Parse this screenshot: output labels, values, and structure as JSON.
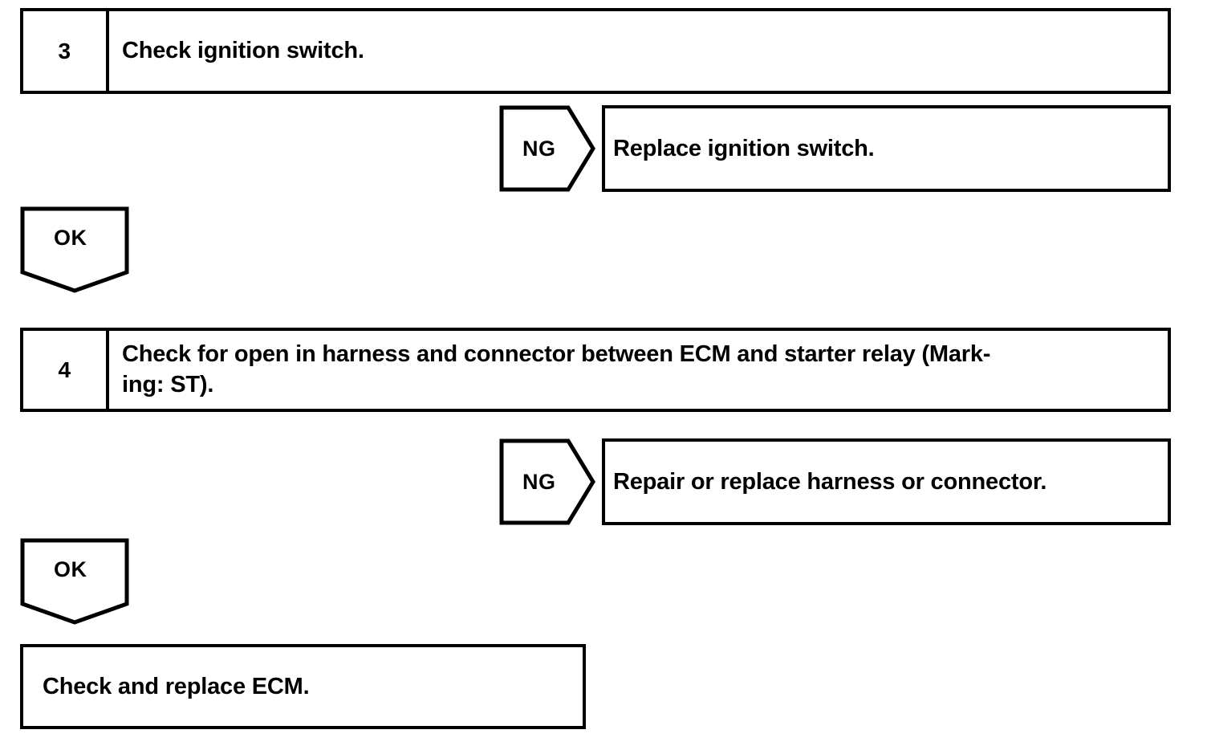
{
  "document": {
    "type": "automotive-diagnostic-flowchart",
    "background_color": "#ffffff",
    "line_color": "#000000"
  },
  "steps": [
    {
      "number": "3",
      "lines": [
        "Check ignition switch."
      ],
      "branch_fail": {
        "label": "NG",
        "action": "Replace ignition switch."
      },
      "branch_pass": {
        "label": "OK"
      }
    },
    {
      "number": "4",
      "lines": [
        "Check for open in harness and connector between ECM and starter relay (Mark-",
        "ing: ST)."
      ],
      "branch_fail": {
        "label": "NG",
        "action": "Repair or replace harness or connector."
      },
      "branch_pass": {
        "label": "OK"
      }
    }
  ],
  "final": {
    "text": "Check and replace ECM."
  }
}
